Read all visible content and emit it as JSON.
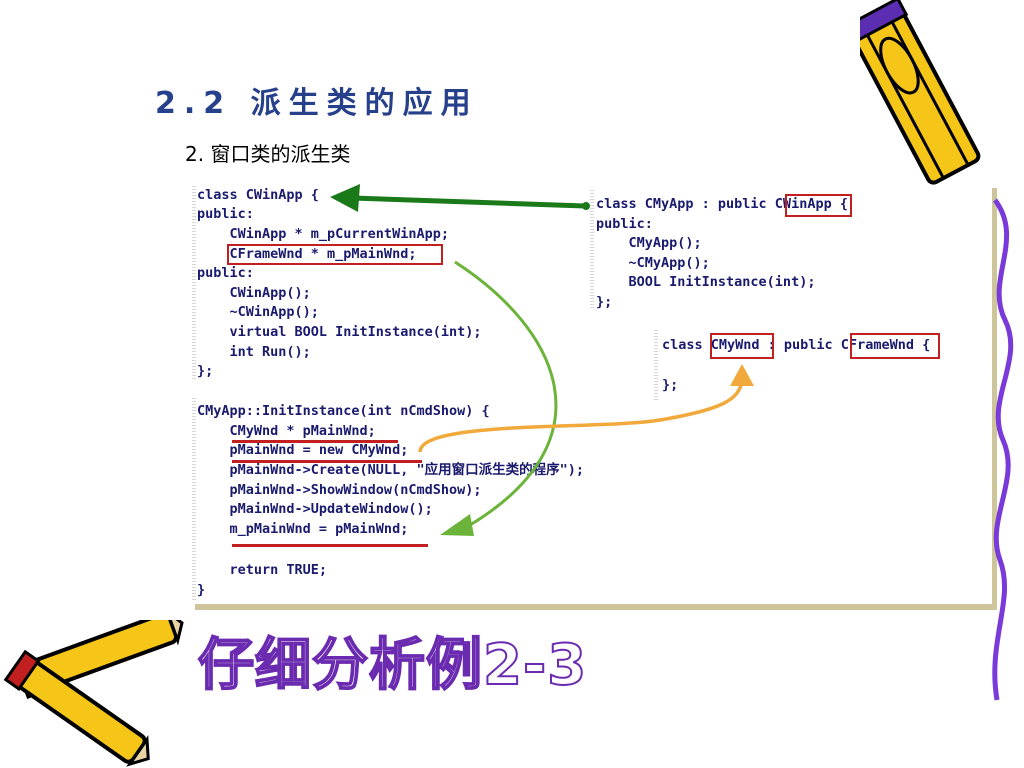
{
  "slide": {
    "title": "2.2 派生类的应用",
    "subtitle": "2.  窗口类的派生类",
    "caption": "仔细分析例2-3"
  },
  "code_left": [
    "class CWinApp {",
    "public:",
    "    CWinApp * m_pCurrentWinApp;",
    "    CFrameWnd * m_pMainWnd;",
    "public:",
    "    CWinApp();",
    "    ~CWinApp();",
    "    virtual BOOL InitInstance(int);",
    "    int Run();",
    "};"
  ],
  "code_bottom": [
    "CMyApp::InitInstance(int nCmdShow) {",
    "    CMyWnd * pMainWnd;",
    "    pMainWnd = new CMyWnd;",
    "    pMainWnd->Create(NULL, \"应用窗口派生类的程序\");",
    "    pMainWnd->ShowWindow(nCmdShow);",
    "    pMainWnd->UpdateWindow();",
    "    m_pMainWnd = pMainWnd;",
    "",
    "    return TRUE;",
    "}"
  ],
  "code_right": [
    "class CMyApp : public CWinApp {",
    "public:",
    "    CMyApp();",
    "    ~CMyApp();",
    "    BOOL InitInstance(int);",
    "};"
  ],
  "code_right2": [
    "class CMyWnd : public CFrameWnd {",
    "",
    "};"
  ],
  "colors": {
    "title": "#27408b",
    "highlight_box": "#c22020",
    "arrow_dark_green": "#1a7a1a",
    "arrow_light_green": "#6cb33a",
    "arrow_orange": "#f2a93b",
    "caption_purple": "#8a3fd1"
  }
}
